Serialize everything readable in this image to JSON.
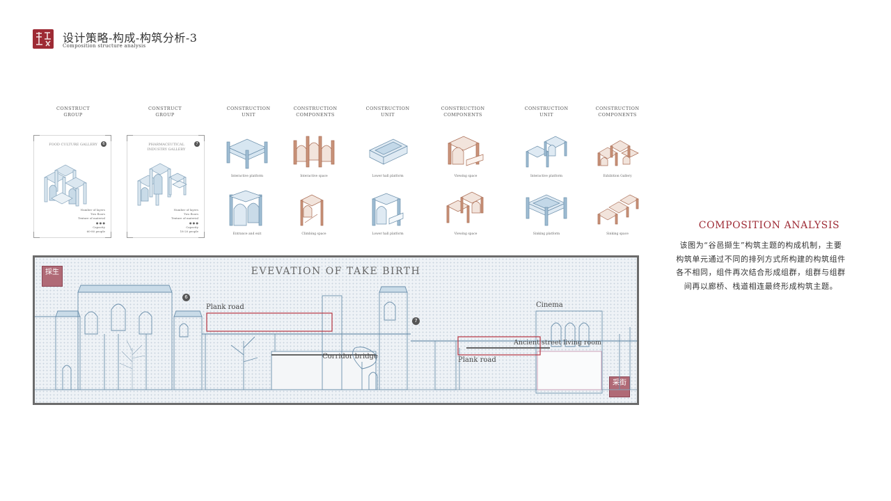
{
  "header": {
    "logo_icon": "red-seal-logo-icon",
    "title_cn": "设计策略-构成-构筑分析-3",
    "title_en": "Composition structure analysis"
  },
  "columns": [
    {
      "line1": "CONSTRUCT",
      "line2": "GROUP"
    },
    {
      "line1": "CONSTRUCT",
      "line2": "GROUP"
    },
    {
      "line1": "CONSTRUCTION",
      "line2": "UNIT"
    },
    {
      "line1": "CONSTRUCTION",
      "line2": "COMPONENTS"
    },
    {
      "line1": "CONSTRUCTION",
      "line2": "UNIT"
    },
    {
      "line1": "CONSTRUCTION",
      "line2": "COMPONENTS"
    },
    {
      "line1": "CONSTRUCTION",
      "line2": "UNIT"
    },
    {
      "line1": "CONSTRUCTION",
      "line2": "COMPONENTS"
    }
  ],
  "groups": [
    {
      "title": "FOOD CULTURE GALLERY",
      "number": "6",
      "stats": [
        "Number of layers",
        "Two floors",
        "Texture of material",
        "Capacity",
        "60-80 people"
      ]
    },
    {
      "title": "PHARMACEUTICAL INDUSTRY GALLERY",
      "number": "7",
      "stats": [
        "Number of layers",
        "Two floors",
        "Texture of material",
        "Capacity",
        "18-20 people"
      ]
    }
  ],
  "unit_labels": {
    "row1": [
      "Interactive platform",
      "Interactive space",
      "Lower hall platform",
      "Viewing space",
      "Interactive platform",
      "Exhibition Gallery"
    ],
    "row2": [
      "Entrance and exit",
      "Climbing space",
      "Lower hall platform",
      "Viewing space",
      "Sinking platform",
      "Sinking space"
    ]
  },
  "colors": {
    "accent_red": "#9e2b35",
    "blue_model": "#c9dbe8",
    "blue_stroke": "#6b8fab",
    "brown_model": "#c9937a",
    "seal_pink": "#b06a76"
  },
  "elevation": {
    "title": "EVEVATION OF TAKE BIRTH",
    "seal_left": "採生",
    "seal_right": "采街",
    "labels": {
      "plank_road_1": "Plank road",
      "corridor_bridge": "Corridor bridge",
      "plank_road_2": "Plank road",
      "ancient_street": "Ancient street living room",
      "cinema": "Cinema"
    },
    "num_6": "6",
    "num_7": "7"
  },
  "analysis": {
    "title": "COMPOSITION ANALYSIS",
    "lines": [
      "该图为“谷邑撷生”构筑主题的构成机制，主要",
      "构筑单元通过不同的排列方式所构建的构筑组件",
      "各不相同，组件再次结合形成组群，组群与组群",
      "间再以廊桥、栈道相连最终形成构筑主题。"
    ]
  }
}
